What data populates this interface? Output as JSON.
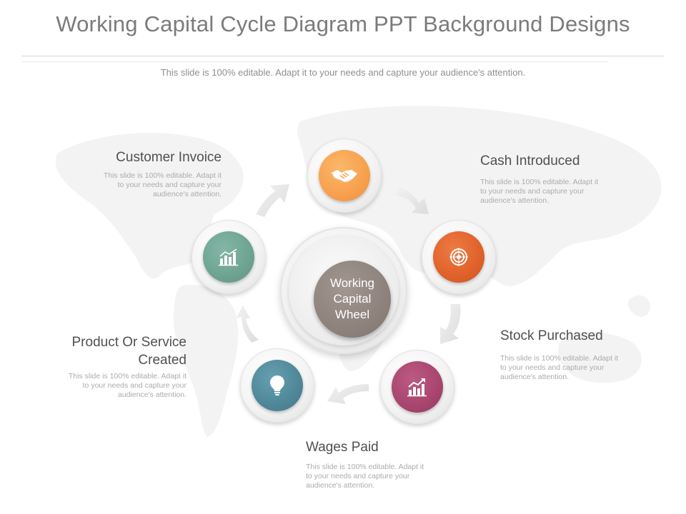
{
  "header": {
    "title": "Working Capital Cycle Diagram PPT Background Designs",
    "subtitle": "This slide is 100% editable. Adapt it to your needs and capture your audience's attention."
  },
  "hub": {
    "label": "Working\nCapital\nWheel",
    "color": "#8a7f79"
  },
  "nodes": [
    {
      "id": "cash-introduced",
      "icon": "handshake-icon",
      "color": "#f7a04e"
    },
    {
      "id": "stock-purchased",
      "icon": "target-icon",
      "color": "#e0612a"
    },
    {
      "id": "wages-paid",
      "icon": "growth-chart-icon",
      "color": "#a8456e"
    },
    {
      "id": "product-created",
      "icon": "lightbulb-icon",
      "color": "#4f8798"
    },
    {
      "id": "customer-invoice",
      "icon": "bar-chart-icon",
      "color": "#6ea392"
    }
  ],
  "labels": {
    "customer_invoice": {
      "title": "Customer Invoice",
      "desc": "This slide is 100% editable. Adapt it\nto your needs and capture your\naudience's attention."
    },
    "cash_introduced": {
      "title": "Cash Introduced",
      "desc": "This slide is 100% editable. Adapt it\nto your needs and capture your\naudience's attention."
    },
    "stock_purchased": {
      "title": "Stock Purchased",
      "desc": "This slide is 100% editable. Adapt it\nto your needs and capture your\naudience's attention."
    },
    "wages_paid": {
      "title": "Wages Paid",
      "desc": "This slide is 100% editable. Adapt it\nto your needs and capture your\naudience's attention."
    },
    "product_created": {
      "title": "Product Or Service\nCreated",
      "desc": "This slide is 100% editable. Adapt it\nto your needs and capture your\naudience's attention."
    }
  },
  "colors": {
    "title": "#7b7b7b",
    "arrow": "#e6e6e6",
    "map": "#f3f3f3"
  }
}
